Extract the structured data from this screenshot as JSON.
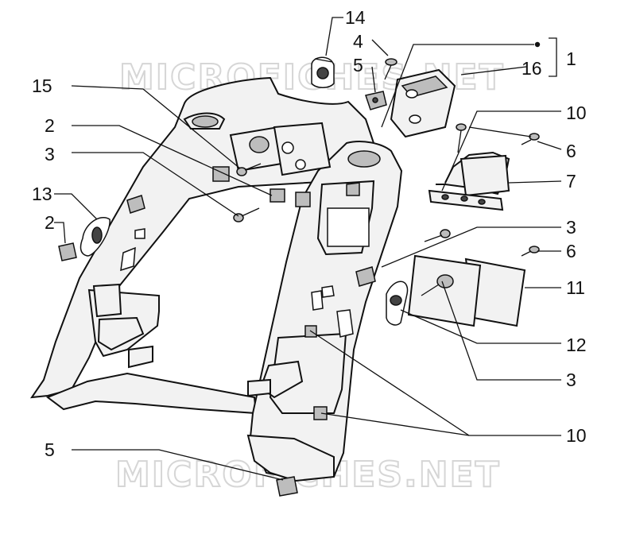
{
  "watermark": {
    "top": "MICROFICHES.NET",
    "bottom": "MICROFICHES.NET"
  },
  "callouts": [
    {
      "id": "c14",
      "text": "14"
    },
    {
      "id": "c4",
      "text": "4"
    },
    {
      "id": "c5a",
      "text": "5"
    },
    {
      "id": "c16",
      "text": "16"
    },
    {
      "id": "c1",
      "text": "1"
    },
    {
      "id": "c15",
      "text": "15"
    },
    {
      "id": "c2a",
      "text": "2"
    },
    {
      "id": "c10a",
      "text": "10"
    },
    {
      "id": "c3a",
      "text": "3"
    },
    {
      "id": "c6a",
      "text": "6"
    },
    {
      "id": "c7",
      "text": "7"
    },
    {
      "id": "c13",
      "text": "13"
    },
    {
      "id": "c2b",
      "text": "2"
    },
    {
      "id": "c3b",
      "text": "3"
    },
    {
      "id": "c6b",
      "text": "6"
    },
    {
      "id": "c11",
      "text": "11"
    },
    {
      "id": "c12",
      "text": "12"
    },
    {
      "id": "c3c",
      "text": "3"
    },
    {
      "id": "c10b",
      "text": "10"
    },
    {
      "id": "c5b",
      "text": "5"
    }
  ]
}
